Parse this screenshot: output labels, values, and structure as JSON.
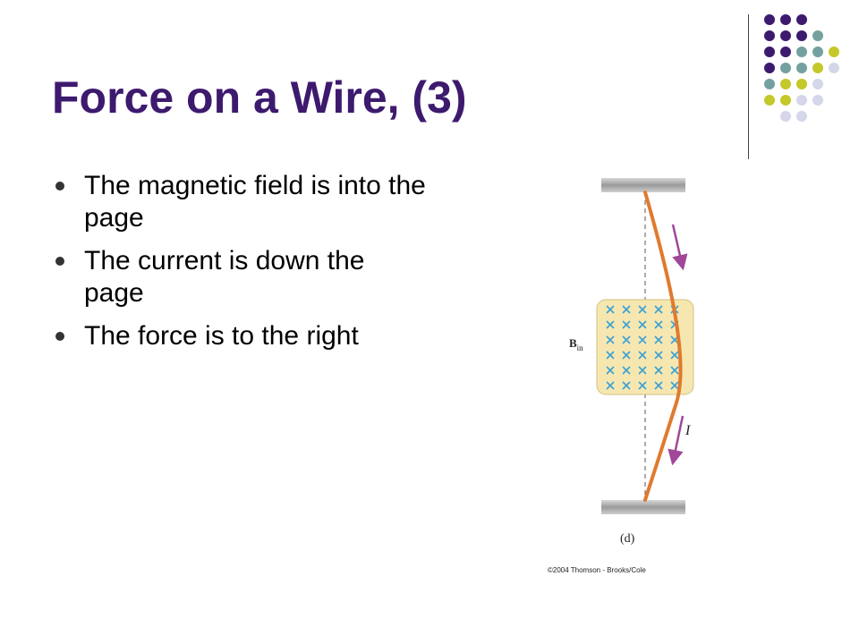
{
  "slide": {
    "title": "Force on a Wire, (3)",
    "bullets": [
      "The magnetic field is into the page",
      "The current is down the page",
      "The force is to the right"
    ]
  },
  "figure": {
    "field_label": "B",
    "field_label_sub": "in",
    "current_label": "I",
    "caption": "(d)",
    "credit": "©2004 Thomson - Brooks/Cole"
  },
  "colors": {
    "title": "#3d1a6e",
    "dot_purple": "#3d1a6e",
    "dot_teal": "#74a0a0",
    "dot_yellow": "#c4c82a",
    "dot_lavender": "#d6d6ea",
    "wire": "#e07a2e",
    "arrow": "#a0479a",
    "field_region": "#f6e7b0",
    "field_x": "#3aa0d6"
  }
}
